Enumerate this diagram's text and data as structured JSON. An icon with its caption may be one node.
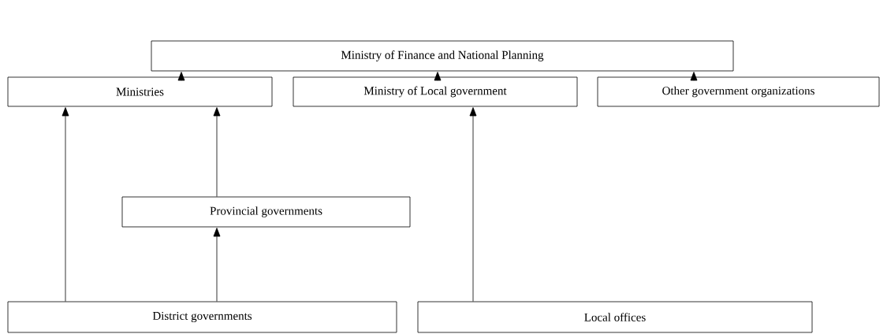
{
  "diagram": {
    "nodes": [
      {
        "text": [
          "Ministry of Finance and National Planning"
        ]
      },
      {
        "text": [
          "Ministries"
        ]
      },
      {
        "text": [
          "Ministry of Local government"
        ]
      },
      {
        "text": [
          "Other government organizations"
        ]
      },
      {
        "text": [
          "Provincial governments"
        ]
      },
      {
        "text": [
          "District governments"
        ]
      },
      {
        "text": [
          "Local offices"
        ]
      }
    ],
    "edges": [
      {
        "from": 1,
        "to": 0,
        "arrow": "to"
      },
      {
        "from": 2,
        "to": 0,
        "arrow": "to"
      },
      {
        "from": 3,
        "to": 0,
        "arrow": "to"
      },
      {
        "from": 5,
        "to": 1,
        "arrow": "to"
      },
      {
        "from": 4,
        "to": 1,
        "arrow": "to"
      },
      {
        "from": 5,
        "to": 4,
        "arrow": "to"
      },
      {
        "from": 6,
        "to": 2,
        "arrow": "to"
      }
    ]
  }
}
